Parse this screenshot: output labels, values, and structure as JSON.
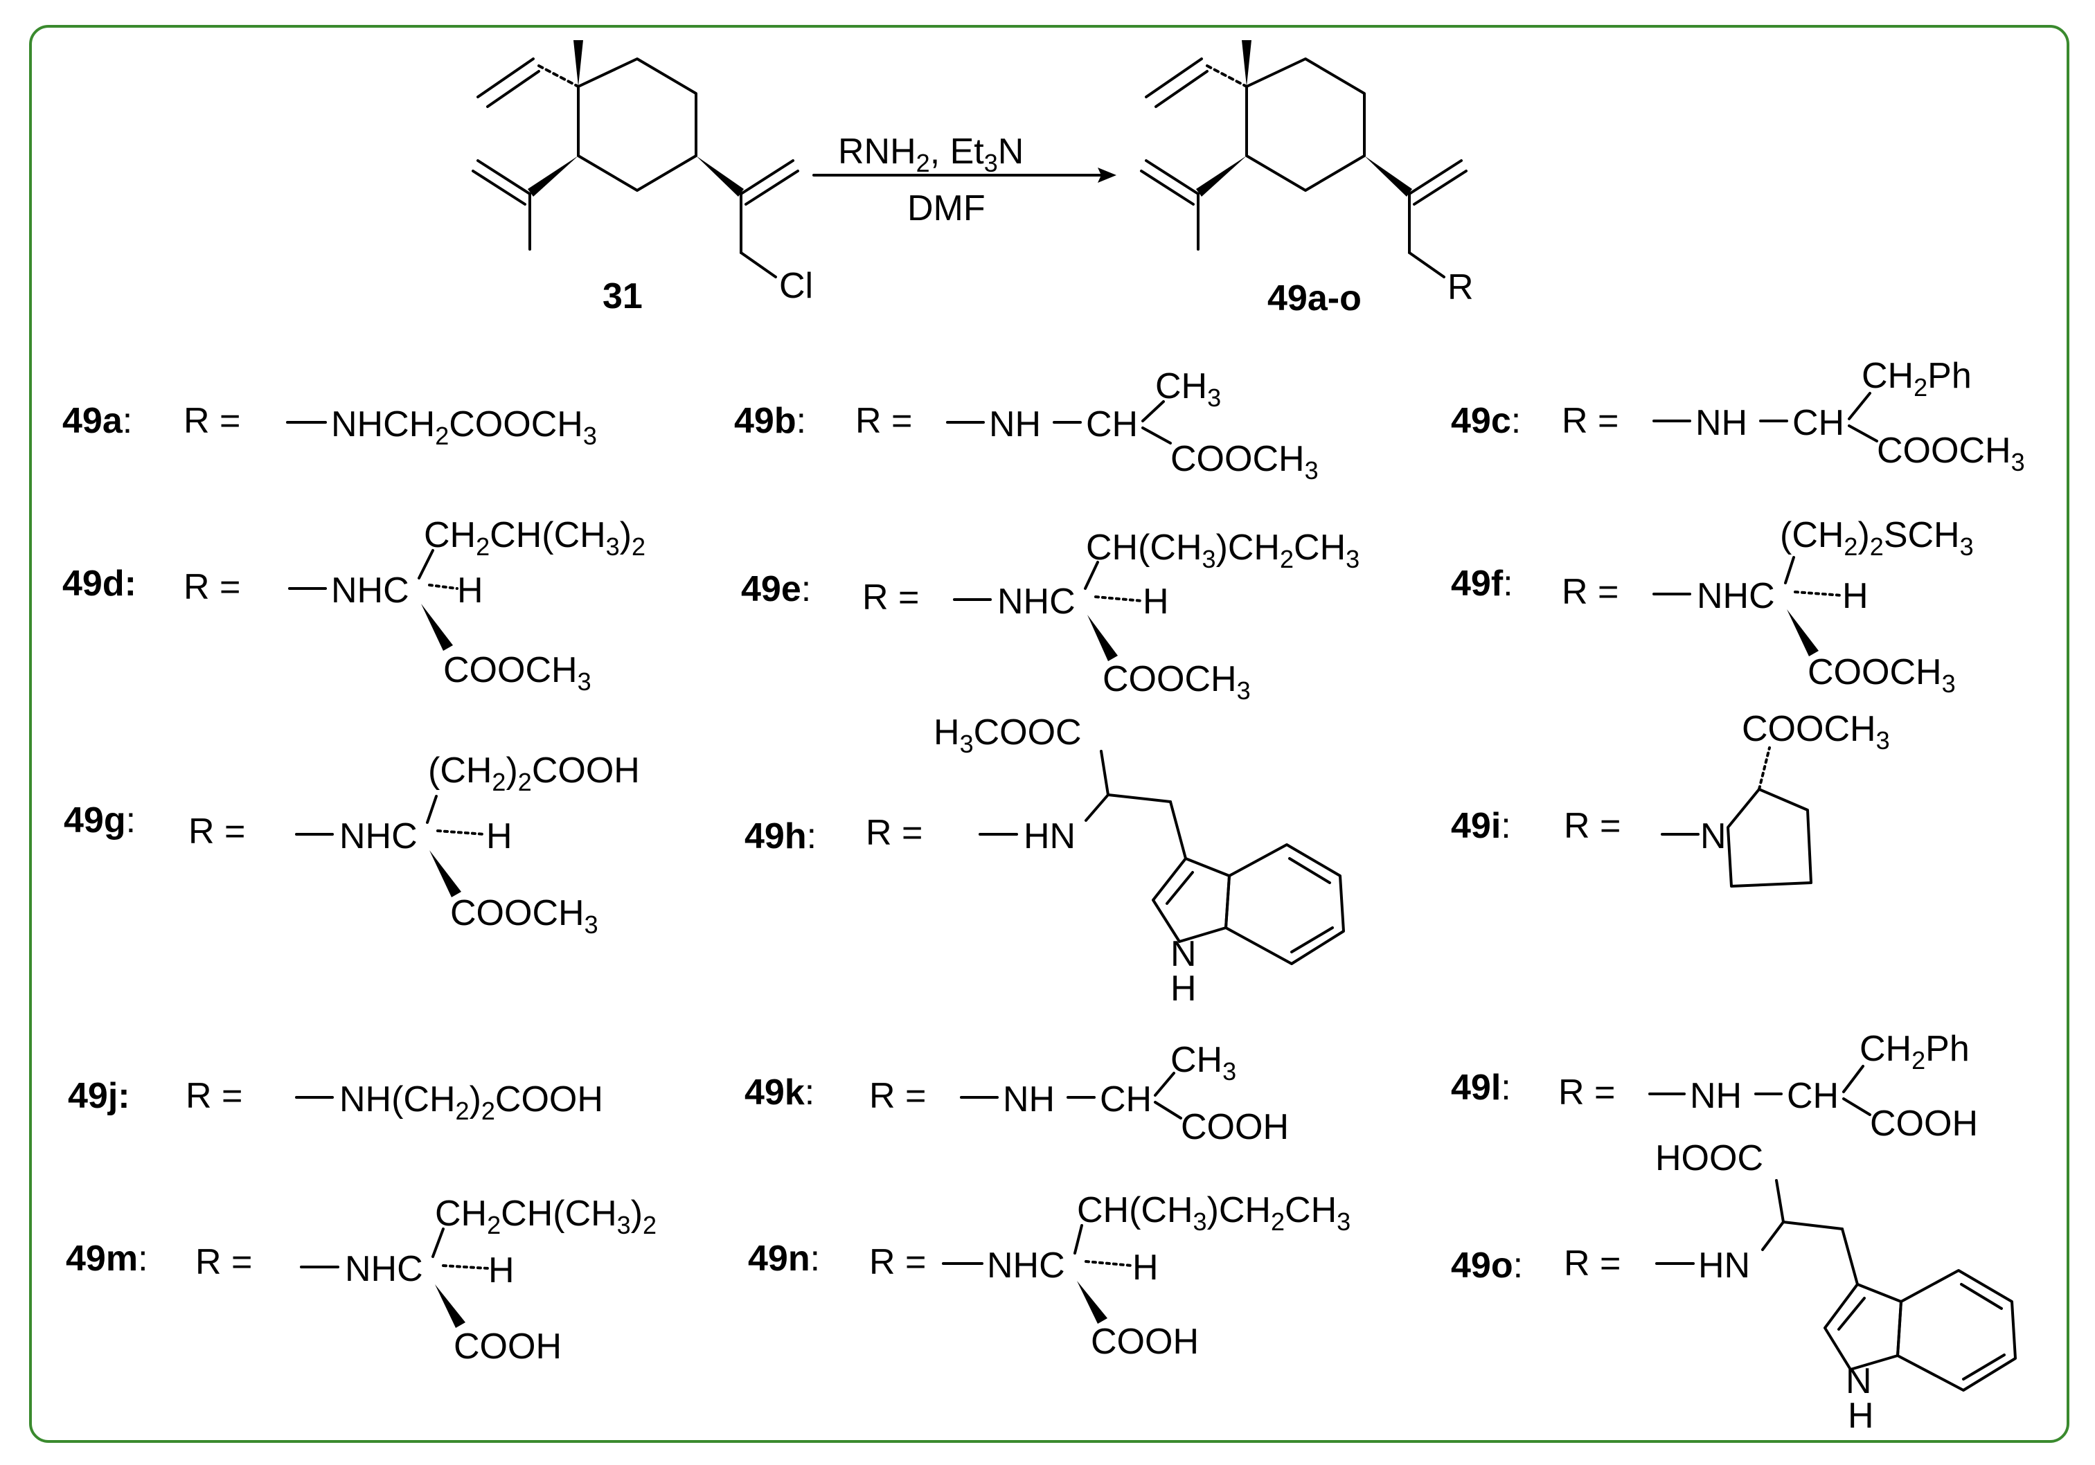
{
  "reaction": {
    "reactant_label": "31",
    "product_label": "49a-o",
    "reactant_leaving_group": "Cl",
    "product_substituent": "R",
    "reagents_line1_main": "RNH",
    "reagents_line1_sub1": "2",
    "reagents_line1_mid": ", Et",
    "reagents_line1_sub2": "3",
    "reagents_line1_end": "N",
    "reagents_line2": "DMF"
  },
  "r_equals": "R =",
  "compounds": {
    "a": {
      "label": "49a",
      "sep": ":",
      "p1": "NHCH",
      "s1": "2",
      "p2": "COOCH",
      "s2": "3"
    },
    "b": {
      "label": "49b",
      "sep": ":",
      "nh": "NH",
      "ch": "CH",
      "top": "CH",
      "top_sub": "3",
      "bottom": "COOCH",
      "bottom_sub": "3"
    },
    "c": {
      "label": "49c",
      "sep": ":",
      "nh": "NH",
      "ch": "CH",
      "top": "CH",
      "top_sub": "2",
      "top_end": "Ph",
      "bottom": "COOCH",
      "bottom_sub": "3"
    },
    "d": {
      "label": "49d:",
      "nhc": "NHC",
      "h": "H",
      "top1": "CH",
      "top_s1": "2",
      "top2": "CH(CH",
      "top_s2": "3",
      "top3": ")",
      "top_s3": "2",
      "bottom": "COOCH",
      "bottom_sub": "3"
    },
    "e": {
      "label": "49e",
      "sep": ":",
      "nhc": "NHC",
      "h": "H",
      "top1": "CH(CH",
      "top_s1": "3",
      "top2": ")CH",
      "top_s2": "2",
      "top3": "CH",
      "top_s3": "3",
      "bottom": "COOCH",
      "bottom_sub": "3"
    },
    "f": {
      "label": "49f",
      "sep": ":",
      "nhc": "NHC",
      "h": "H",
      "top1": "(CH",
      "top_s1": "2",
      "top2": ")",
      "top_s2": "2",
      "top3": "SCH",
      "top_s3": "3",
      "bottom": "COOCH",
      "bottom_sub": "3"
    },
    "g": {
      "label": "49g",
      "sep": ":",
      "nhc": "NHC",
      "h": "H",
      "top1": "(CH",
      "top_s1": "2",
      "top2": ")",
      "top_s2": "2",
      "top3": "COOH",
      "bottom": "COOCH",
      "bottom_sub": "3"
    },
    "h": {
      "label": "49h",
      "sep": ":",
      "hn": "HN",
      "top1": "H",
      "top_s1": "3",
      "top2": "COOC",
      "indole_nh": "N",
      "indole_h": "H"
    },
    "i": {
      "label": "49i",
      "sep": ":",
      "n": "N",
      "top1": "COOCH",
      "top_s1": "3"
    },
    "j": {
      "label": "49j:",
      "p1": "NH(CH",
      "s1": "2",
      "p2": ")",
      "s2": "2",
      "p3": "COOH"
    },
    "k": {
      "label": "49k",
      "sep": ":",
      "nh": "NH",
      "ch": "CH",
      "top": "CH",
      "top_sub": "3",
      "bottom": "COOH"
    },
    "l": {
      "label": "49l",
      "sep": ":",
      "nh": "NH",
      "ch": "CH",
      "top": "CH",
      "top_sub": "2",
      "top_end": "Ph",
      "bottom": "COOH"
    },
    "m": {
      "label": "49m",
      "sep": ":",
      "nhc": "NHC",
      "h": "H",
      "top1": "CH",
      "top_s1": "2",
      "top2": "CH(CH",
      "top_s2": "3",
      "top3": ")",
      "top_s3": "2",
      "bottom": "COOH"
    },
    "n": {
      "label": "49n",
      "sep": ":",
      "nhc": "NHC",
      "h": "H",
      "top1": "CH(CH",
      "top_s1": "3",
      "top2": ")CH",
      "top_s2": "2",
      "top3": "CH",
      "top_s3": "3",
      "bottom": "COOH"
    },
    "o": {
      "label": "49o",
      "sep": ":",
      "hn": "HN",
      "top1": "HOOC",
      "indole_nh": "N",
      "indole_h": "H"
    }
  }
}
